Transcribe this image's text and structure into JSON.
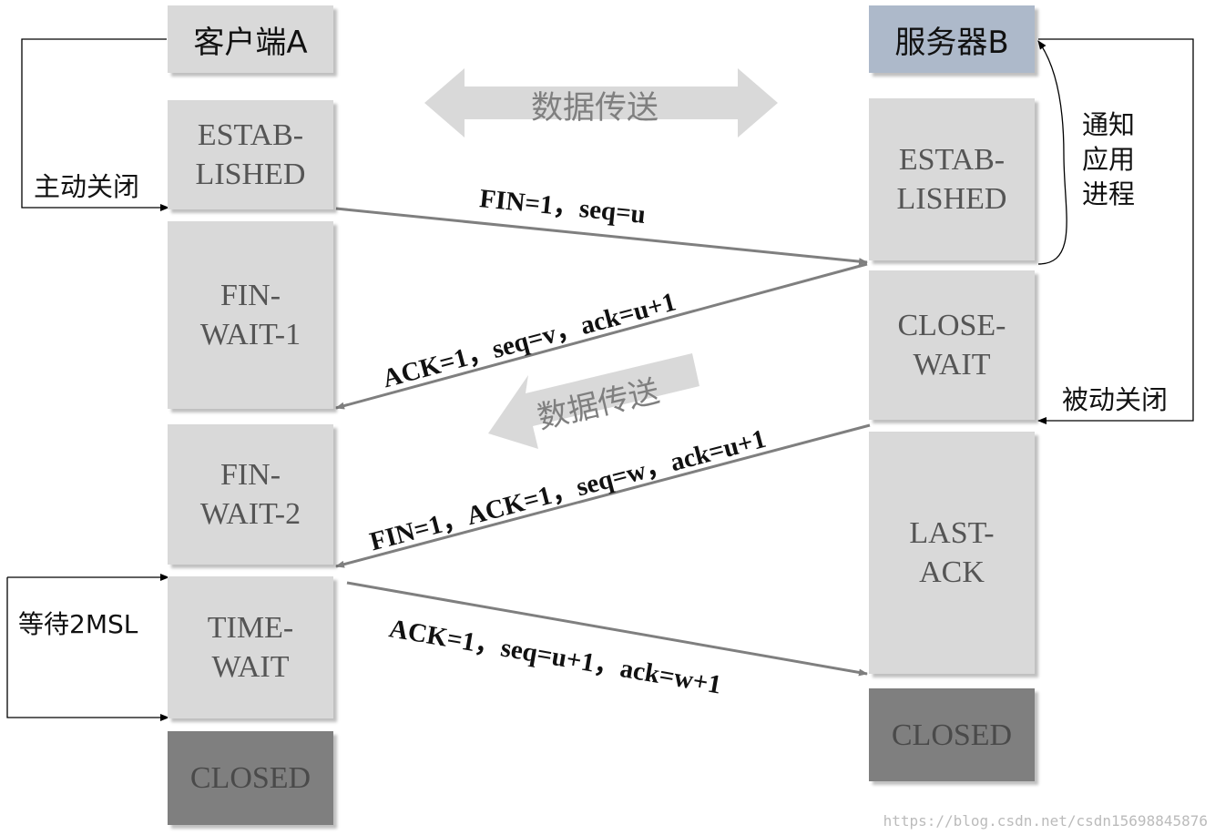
{
  "colors": {
    "state_box": "#d9d9d9",
    "closed_box": "#7f7f7f",
    "client_header": "#d9d9d9",
    "server_header": "#adb9ca",
    "arrow": "#7f7f7f",
    "line": "#000000",
    "transfer_arrow": "#d9d9d9",
    "transfer_text": "#7f7f7f"
  },
  "client": {
    "title": "客户端A",
    "states": {
      "established": "ESTAB-\nLISHED",
      "fin_wait_1": "FIN-\nWAIT-1",
      "fin_wait_2": "FIN-\nWAIT-2",
      "time_wait": "TIME-\nWAIT",
      "closed": "CLOSED"
    },
    "active_close": "主动关闭",
    "wait_2msl": "等待2MSL"
  },
  "server": {
    "title": "服务器B",
    "states": {
      "established": "ESTAB-\nLISHED",
      "close_wait": "CLOSE-\nWAIT",
      "last_ack": "LAST-\nACK",
      "closed": "CLOSED"
    },
    "notify_app": "通知\n应用\n进程",
    "passive_close": "被动关闭"
  },
  "data_transfer": {
    "both_directions": "数据传送",
    "server_to_client": "数据传送"
  },
  "messages": {
    "m1": "FIN=1，seq=u",
    "m2": "ACK=1，seq=v，ack=u+1",
    "m3": "FIN=1，ACK=1，seq=w，ack=u+1",
    "m4": "ACK=1，seq=u+1，ack=w+1"
  },
  "watermark": "https://blog.csdn.net/csdn15698845876"
}
